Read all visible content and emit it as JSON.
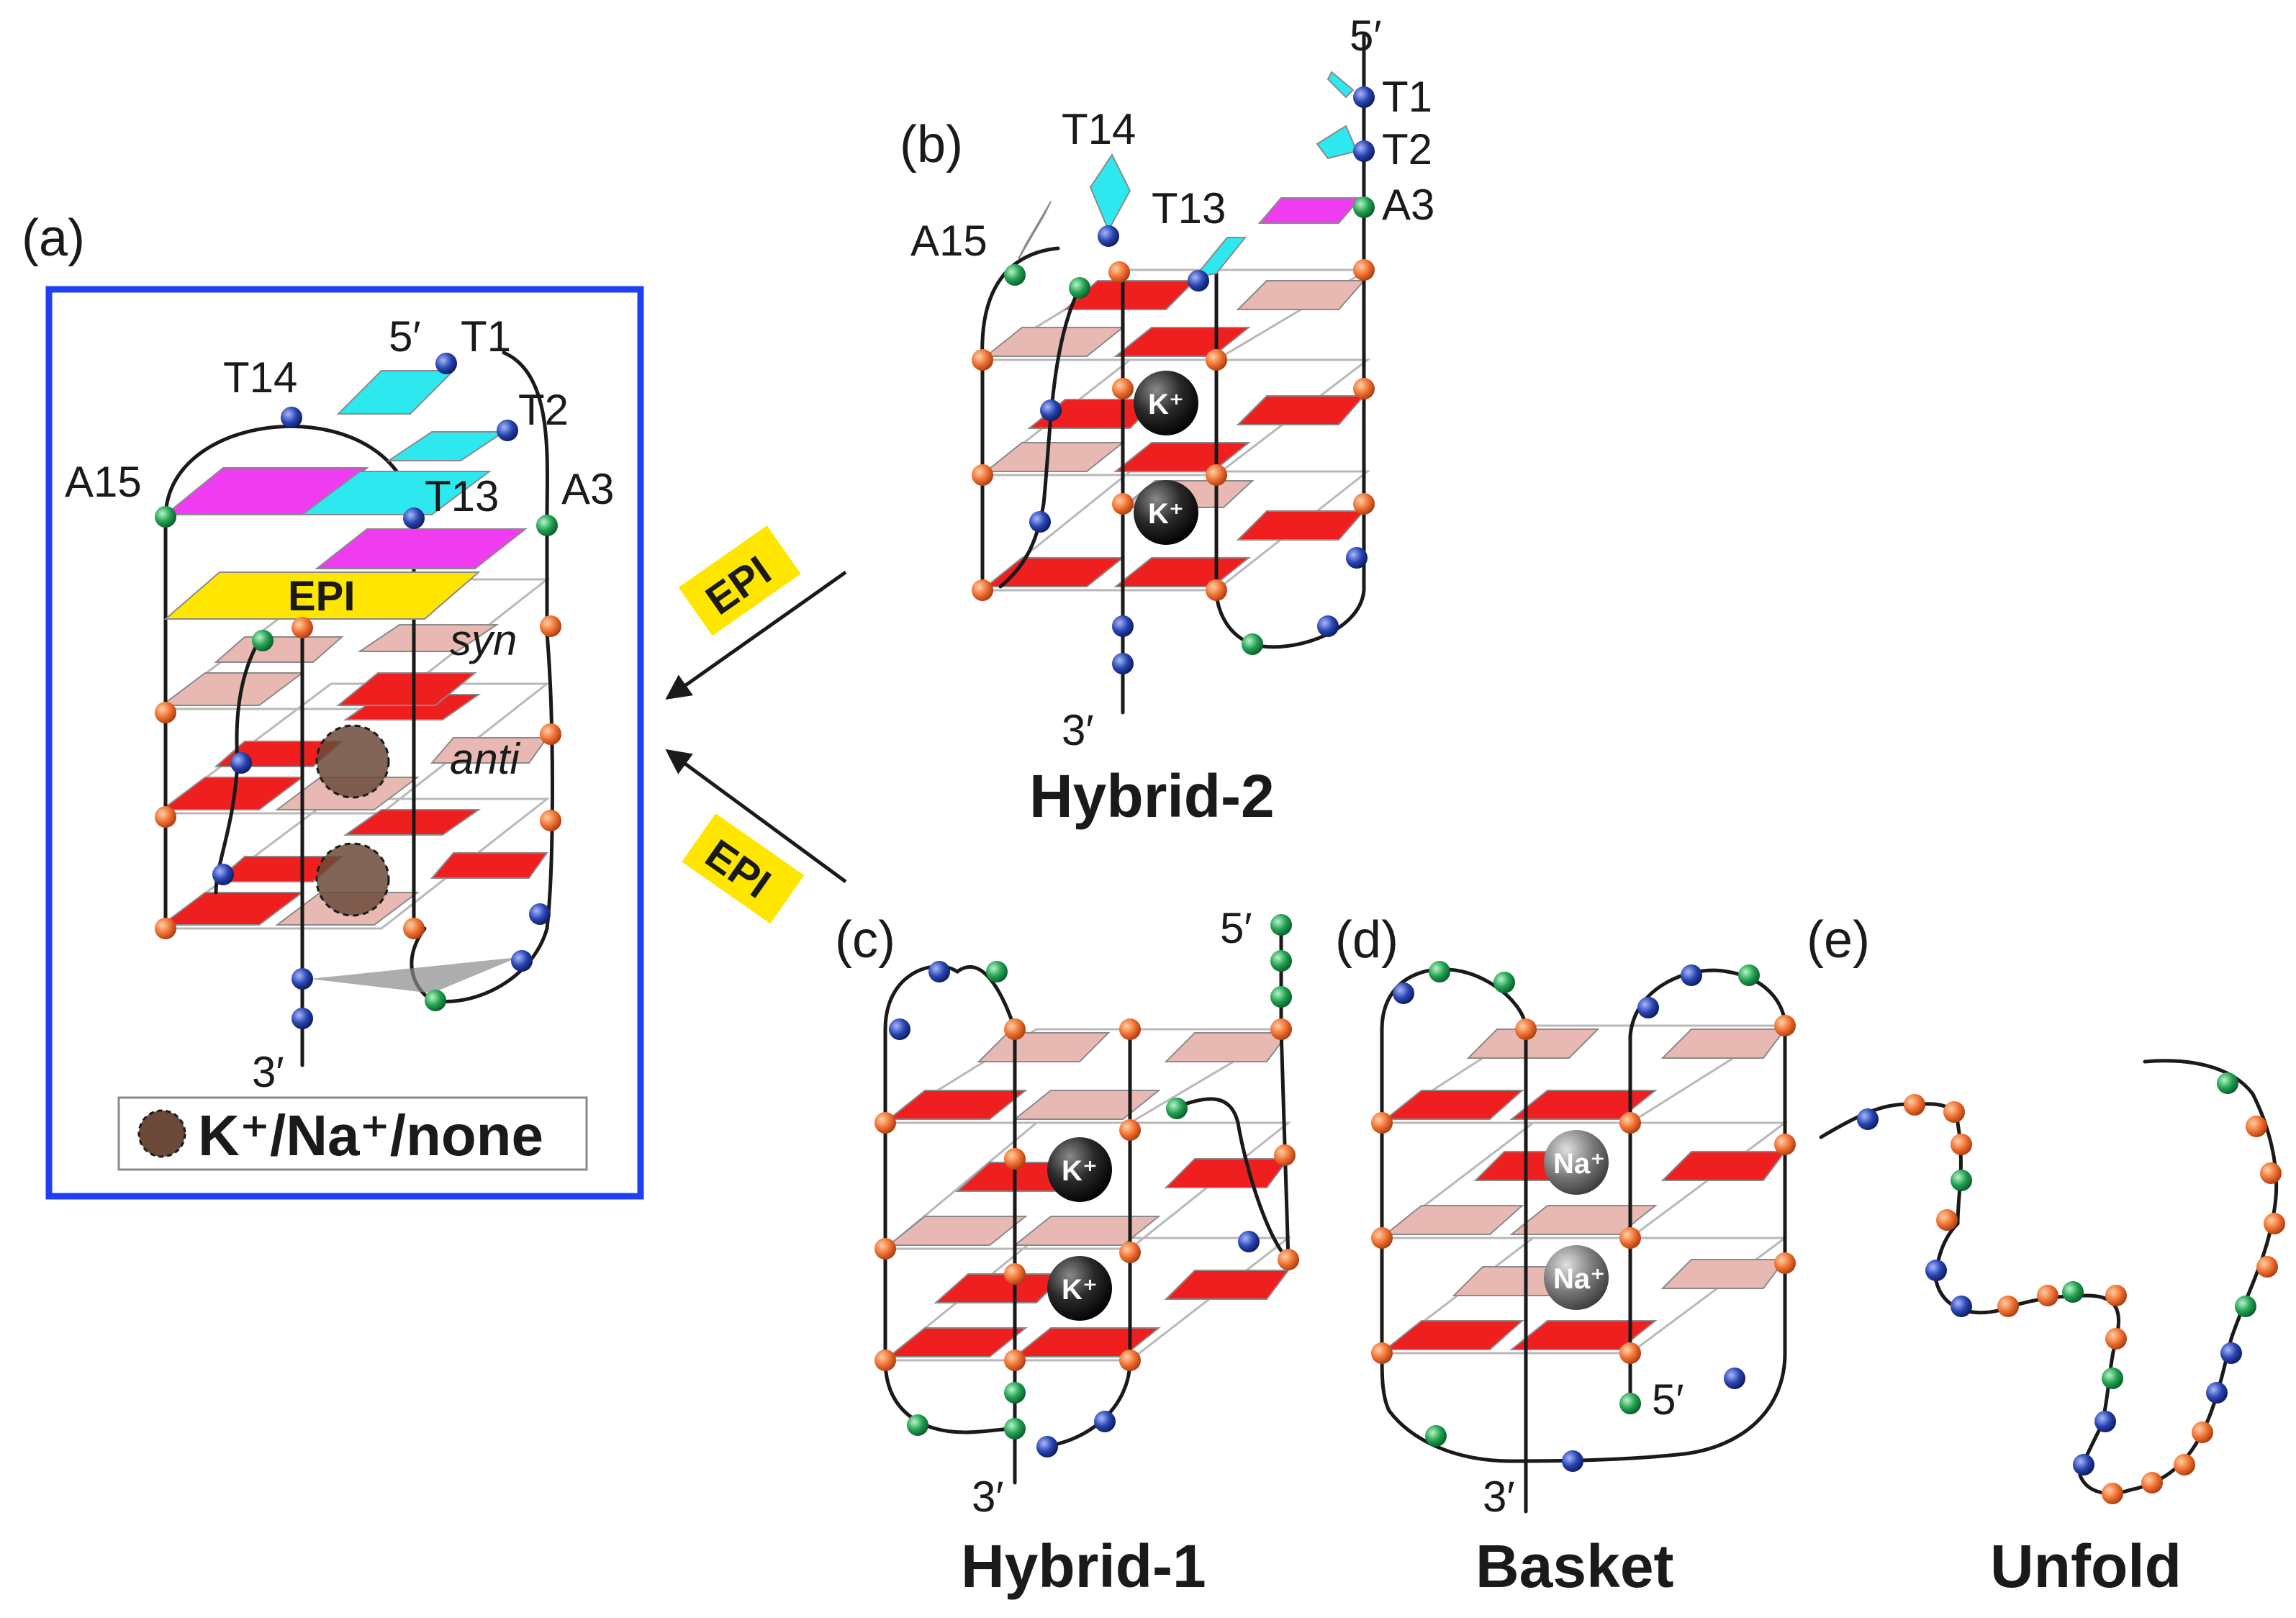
{
  "colors": {
    "box_border": "#1f3ff0",
    "g_dark": "#f01f1f",
    "g_light": "#e8b8b2",
    "thymine": "#2ee8f0",
    "adenine": "#f03cf0",
    "epi": "#ffe600",
    "bead_orange": "#f07030",
    "bead_blue": "#203c9c",
    "bead_green": "#20a050"
  },
  "panel_a": {
    "label": "(a)",
    "five_prime": "5′",
    "three_prime": "3′",
    "epi_label": "EPI",
    "syn_label": "syn",
    "anti_label": "anti",
    "residues": {
      "t1": "T1",
      "t2": "T2",
      "a3": "A3",
      "t13": "T13",
      "t14": "T14",
      "a15": "A15"
    },
    "legend": "K⁺/Na⁺/none"
  },
  "panel_b": {
    "label": "(b)",
    "title": "Hybrid-2",
    "five_prime": "5′",
    "three_prime": "3′",
    "ion": "K⁺",
    "residues": {
      "t1": "T1",
      "t2": "T2",
      "a3": "A3",
      "t13": "T13",
      "t14": "T14",
      "a15": "A15"
    }
  },
  "panel_c": {
    "label": "(c)",
    "title": "Hybrid-1",
    "five_prime": "5′",
    "three_prime": "3′",
    "ion": "K⁺"
  },
  "panel_d": {
    "label": "(d)",
    "title": "Basket",
    "five_prime": "5′",
    "three_prime": "3′",
    "ion": "Na⁺"
  },
  "panel_e": {
    "label": "(e)",
    "title": "Unfold"
  },
  "arrows": {
    "epi_label": "EPI"
  }
}
